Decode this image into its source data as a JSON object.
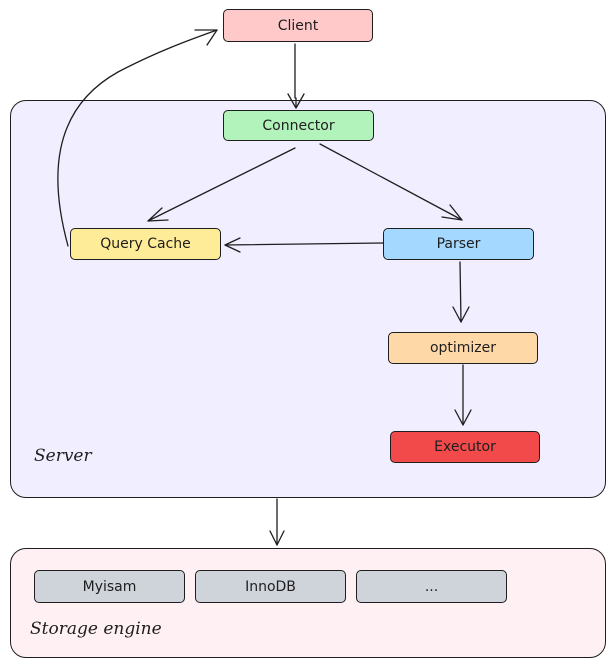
{
  "diagram": {
    "regions": {
      "server": {
        "label": "Server",
        "fill": "#f1efff"
      },
      "storage": {
        "label": "Storage engine",
        "fill": "#fff0f4"
      }
    },
    "nodes": {
      "client": {
        "label": "Client",
        "fill": "#ffc9c9"
      },
      "connector": {
        "label": "Connector",
        "fill": "#b2f2bb"
      },
      "query_cache": {
        "label": "Query Cache",
        "fill": "#ffec99"
      },
      "parser": {
        "label": "Parser",
        "fill": "#a5d8ff"
      },
      "optimizer": {
        "label": "optimizer",
        "fill": "#ffd8a8"
      },
      "executor": {
        "label": "Executor",
        "fill": "#f24a4a"
      },
      "myisam": {
        "label": "Myisam",
        "fill": "#ced4da"
      },
      "innodb": {
        "label": "InnoDB",
        "fill": "#ced4da"
      },
      "more": {
        "label": "...",
        "fill": "#ced4da"
      }
    },
    "edges": [
      {
        "from": "client",
        "to": "connector"
      },
      {
        "from": "connector",
        "to": "query_cache"
      },
      {
        "from": "connector",
        "to": "parser"
      },
      {
        "from": "parser",
        "to": "query_cache"
      },
      {
        "from": "query_cache",
        "to": "client"
      },
      {
        "from": "parser",
        "to": "optimizer"
      },
      {
        "from": "optimizer",
        "to": "executor"
      },
      {
        "from": "server",
        "to": "storage"
      }
    ]
  }
}
